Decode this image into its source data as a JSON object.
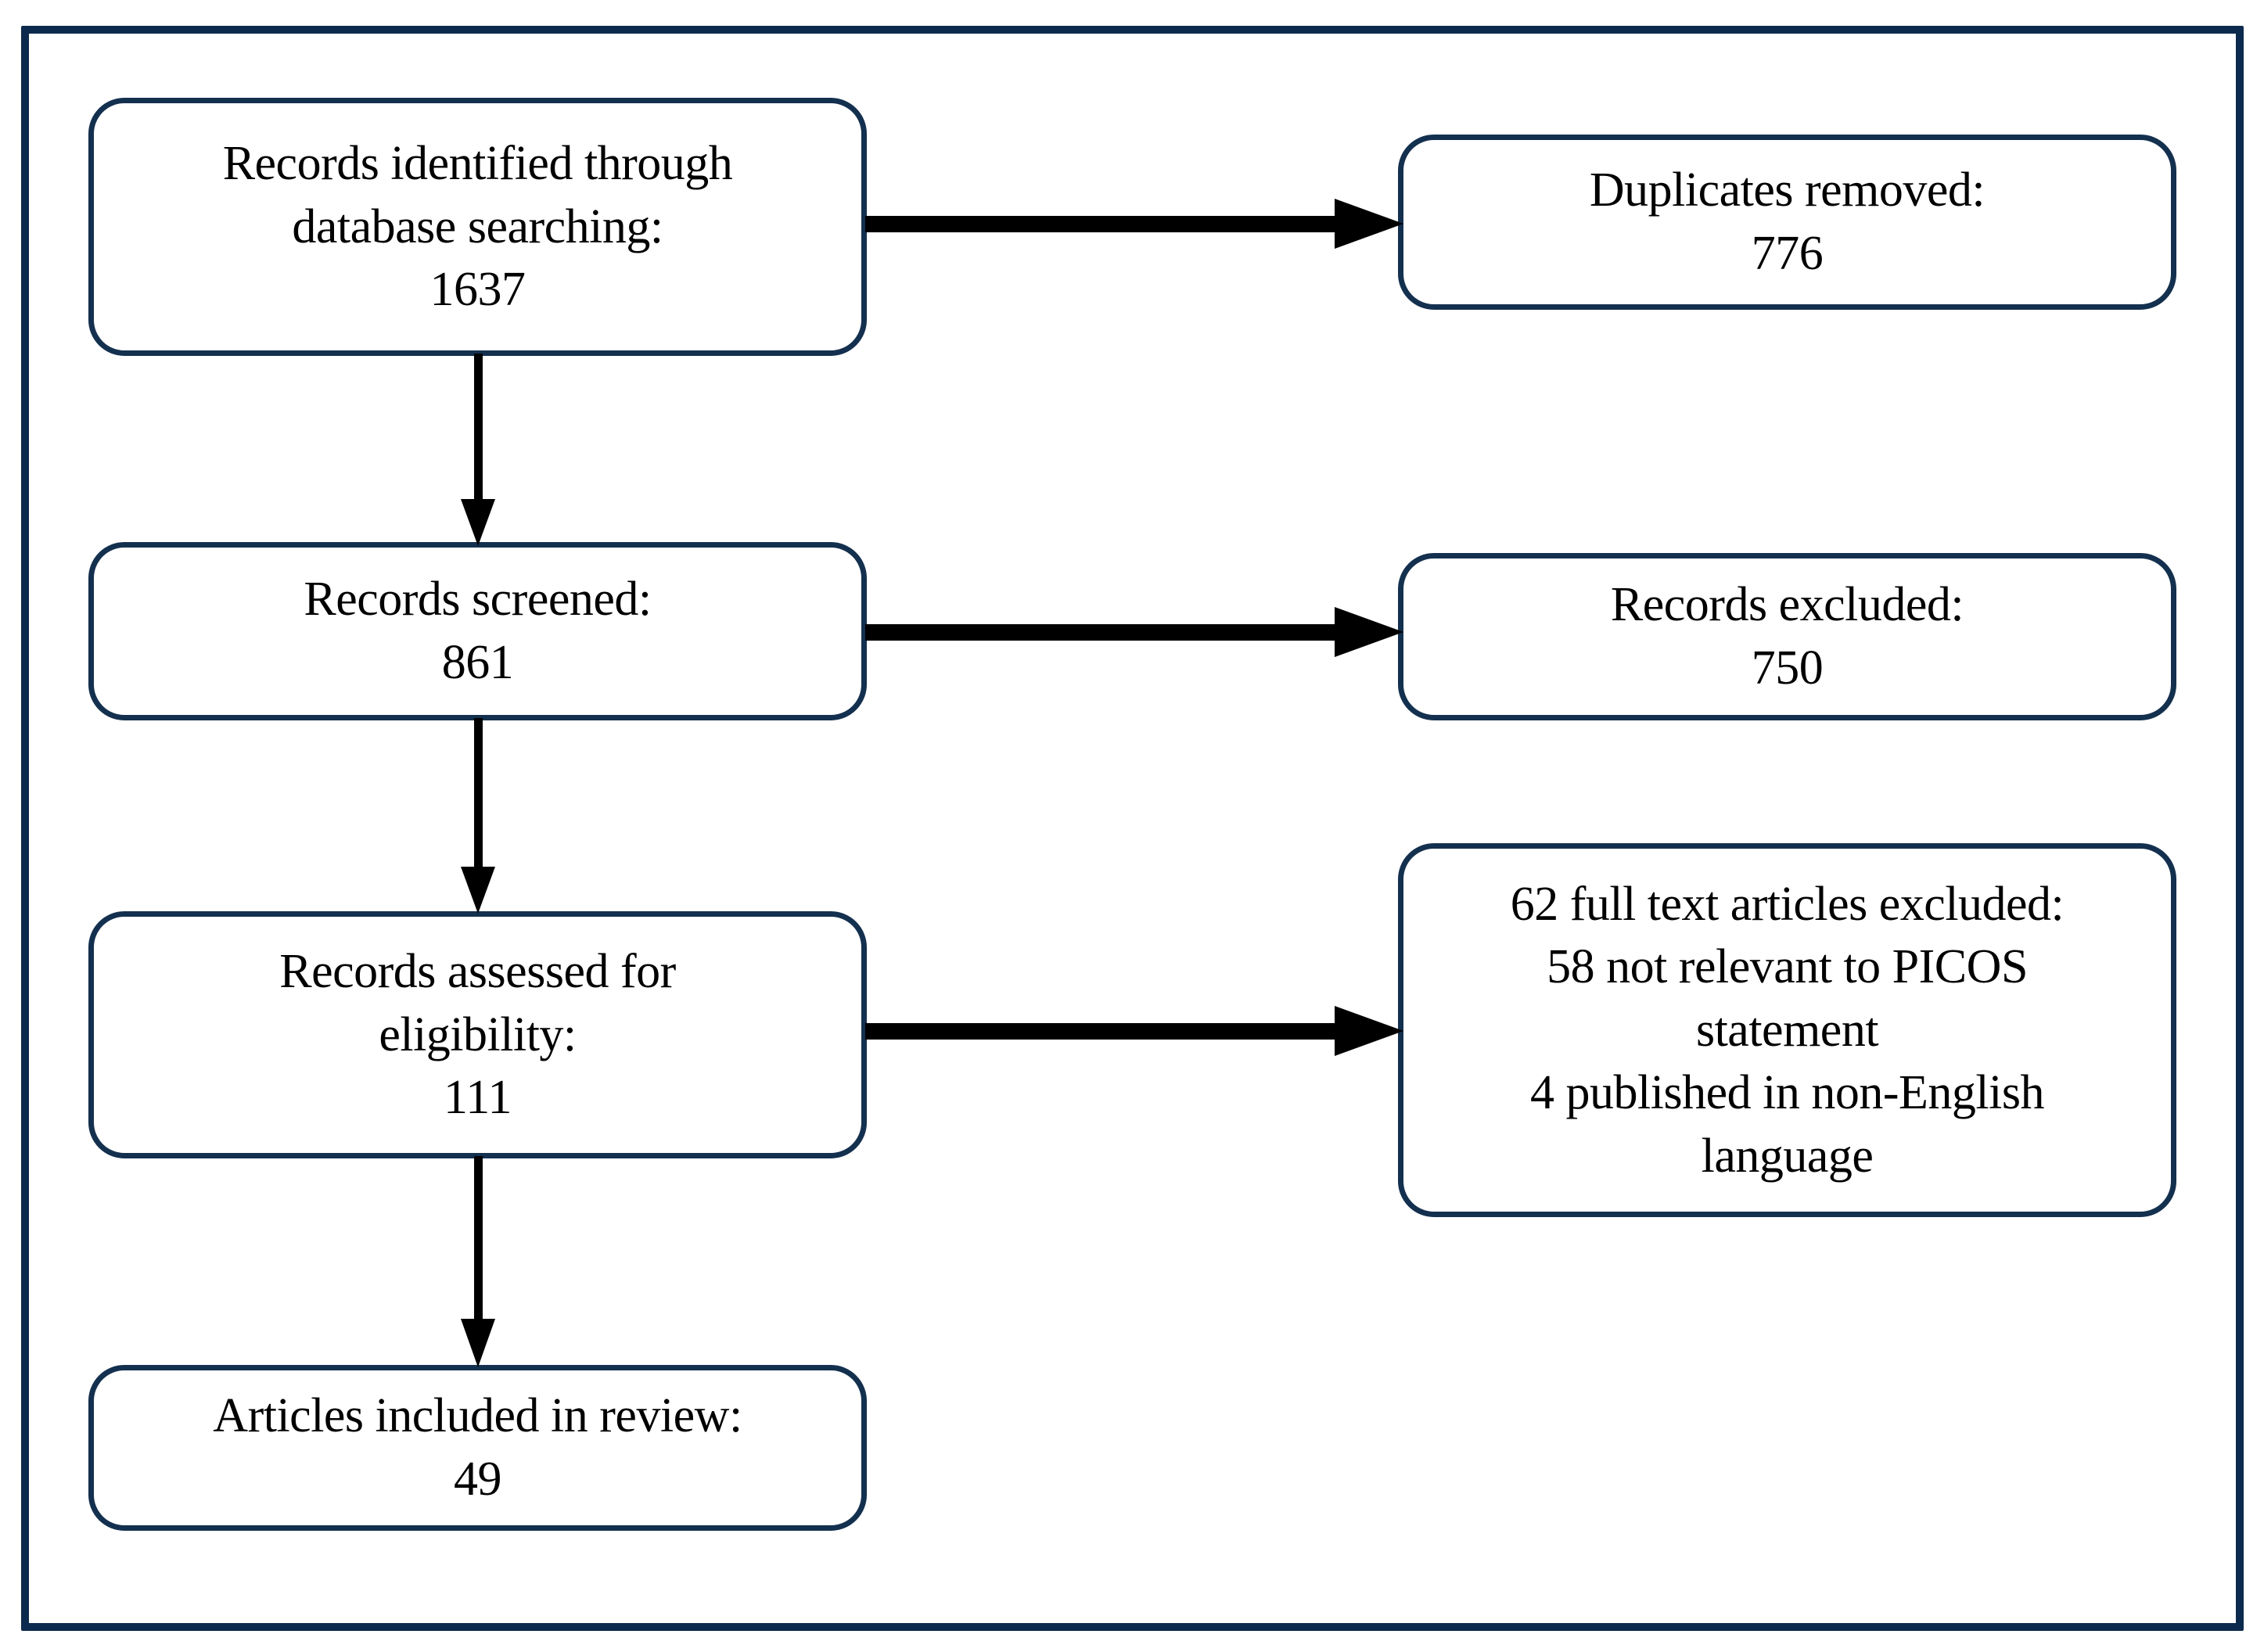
{
  "diagram": {
    "title": "PRISMA study selection flow diagram",
    "border_color": "#0c2a4d",
    "box_border_color": "#14304f",
    "arrow_color": "#000000",
    "background_color": "#ffffff",
    "boxes": [
      {
        "id": "identified",
        "name": "records-identified-box",
        "lines": [
          "Records identified through",
          "database searching:",
          "1637"
        ],
        "count": "1637"
      },
      {
        "id": "duplicates",
        "name": "duplicates-removed-box",
        "lines": [
          "Duplicates removed:",
          "776"
        ],
        "count": "776"
      },
      {
        "id": "screened",
        "name": "records-screened-box",
        "lines": [
          "Records screened:",
          "861"
        ],
        "count": "861"
      },
      {
        "id": "excluded",
        "name": "records-excluded-box",
        "lines": [
          "Records excluded:",
          "750"
        ],
        "count": "750"
      },
      {
        "id": "eligibility",
        "name": "records-assessed-box",
        "lines": [
          "Records assessed for",
          "eligibility:",
          "111"
        ],
        "count": "111"
      },
      {
        "id": "fulltext",
        "name": "full-text-excluded-box",
        "lines": [
          "62 full text articles excluded:",
          "58 not relevant to PICOS",
          "statement",
          "4 published in non-English",
          "language"
        ],
        "count": "62"
      },
      {
        "id": "included",
        "name": "articles-included-box",
        "lines": [
          "Articles included in review:",
          "49"
        ],
        "count": "49"
      }
    ],
    "arrows": [
      {
        "id": "v1",
        "direction": "down",
        "from": "identified",
        "to": "screened"
      },
      {
        "id": "v2",
        "direction": "down",
        "from": "screened",
        "to": "eligibility"
      },
      {
        "id": "v3",
        "direction": "down",
        "from": "eligibility",
        "to": "included"
      },
      {
        "id": "h1",
        "direction": "right",
        "from": "identified",
        "to": "duplicates"
      },
      {
        "id": "h2",
        "direction": "right",
        "from": "screened",
        "to": "excluded"
      },
      {
        "id": "h3",
        "direction": "right",
        "from": "eligibility",
        "to": "fulltext"
      }
    ]
  }
}
